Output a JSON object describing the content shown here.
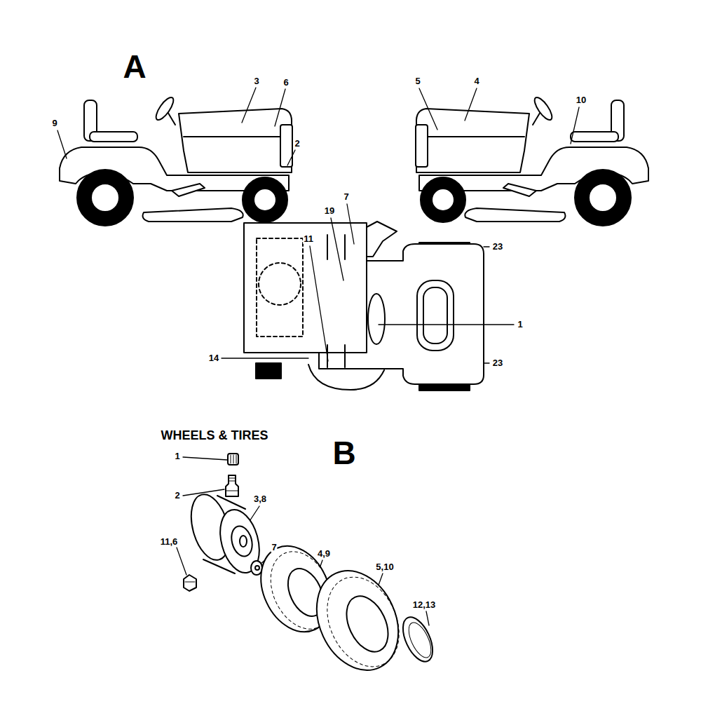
{
  "diagram": {
    "labels": [
      "A",
      "3",
      "6",
      "9",
      "2",
      "5",
      "4",
      "10",
      "7",
      "19",
      "11",
      "23",
      "1",
      "14",
      "23",
      "WHEELS & TIRES",
      "B",
      "1",
      "2",
      "3,8",
      "11,6",
      "7",
      "4,9",
      "5,10",
      "12,13"
    ]
  }
}
